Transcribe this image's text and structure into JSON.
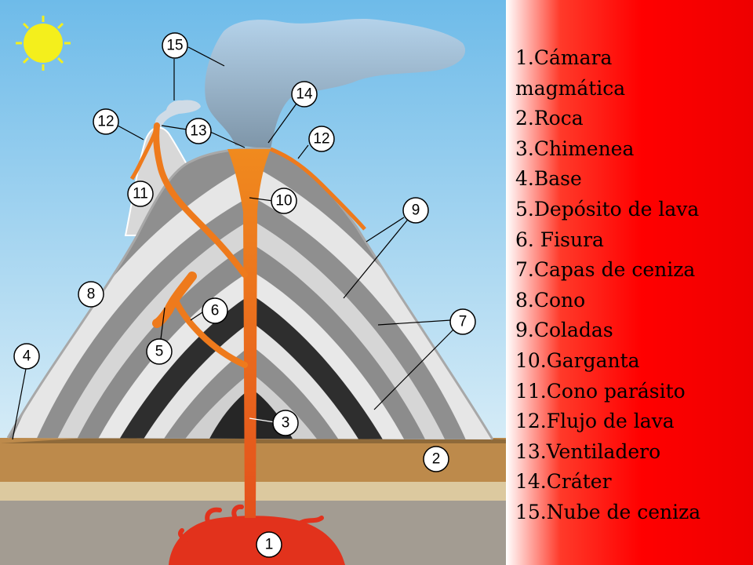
{
  "legend": [
    "1.Cámara magmática",
    "2.Roca",
    "3.Chimenea",
    "4.Base",
    "5.Depósito de lava",
    "6. Fisura",
    "7.Capas de ceniza",
    "8.Cono",
    "9.Coladas",
    "10.Garganta",
    "11.Cono parásito",
    "12.Flujo de lava",
    "13.Ventiladero",
    "14.Cráter",
    "15.Nube de ceniza"
  ],
  "callouts": [
    "1",
    "2",
    "3",
    "4",
    "5",
    "6",
    "7",
    "8",
    "9",
    "10",
    "11",
    "12",
    "12",
    "13",
    "14",
    "15"
  ],
  "colors": {
    "sky_top": "#72bde8",
    "sky_bottom": "#d5ebf7",
    "sun": "#f2ee1f",
    "lava": "#ee7a1c",
    "magma": "#e8331f",
    "panel_red": "#ff0000"
  }
}
